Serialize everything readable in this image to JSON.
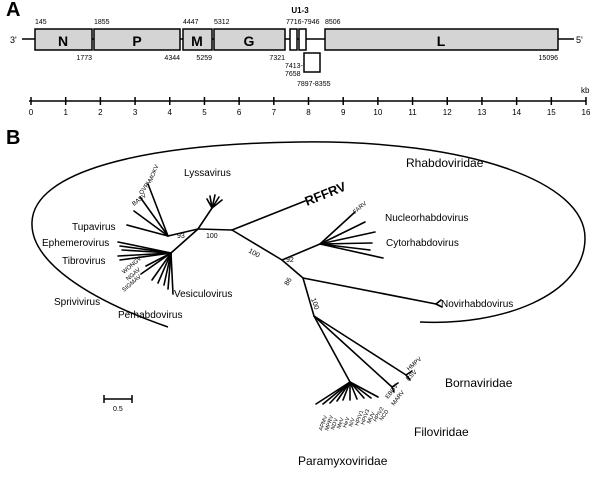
{
  "panel_a": {
    "letter": "A",
    "left_end": "3'",
    "right_end": "5'",
    "genes": [
      {
        "name": "N",
        "start": "145",
        "end": "1773"
      },
      {
        "name": "P",
        "start": "1855",
        "end": "4344"
      },
      {
        "name": "M",
        "start": "4447",
        "end": "5259"
      },
      {
        "name": "G",
        "start": "5312",
        "end": "7321"
      },
      {
        "name": "L",
        "start": "8506",
        "end": "15096"
      }
    ],
    "u13": {
      "label": "U1-3",
      "range_main": "7716-7946",
      "range_low": "7413-\n7658",
      "range_bottom": "7897-8355"
    },
    "scale": {
      "unit": "kb",
      "ticks": [
        "0",
        "1",
        "2",
        "3",
        "4",
        "5",
        "6",
        "7",
        "8",
        "9",
        "10",
        "11",
        "12",
        "13",
        "14",
        "15",
        "16"
      ]
    }
  },
  "panel_b": {
    "letter": "B",
    "scale_value": "0.5",
    "families": {
      "rhabdoviridae": "Rhabdoviridae",
      "bornaviridae": "Bornaviridae",
      "filoviridae": "Filoviridae",
      "paramyxoviridae": "Paramyxoviridae"
    },
    "genera": {
      "lyssavirus": "Lyssavirus",
      "rffrv": "RFFRV",
      "nucleorhabdovirus": "Nucleorhabdovirus",
      "cytorhabdovirus": "Cytorhabdovirus",
      "novirhabdovirus": "Novirhabdovirus",
      "tupavirus": "Tupavirus",
      "ephemerovirus": "Ephemerovirus",
      "tibrovirus": "Tibrovirus",
      "sprivivirus": "Sprivivirus",
      "vesiculovirus": "Vesiculovirus",
      "perhabdovirus": "Perhabdovirus"
    },
    "taxa": {
      "mokv": "MOKV",
      "ovrv": "OVRV",
      "basv": "BASV",
      "farv": "FARV",
      "wongv": "WONGV",
      "ngav": "NGAV",
      "sigmav": "SIGMAV",
      "hmpv": "HMPV",
      "rsv": "RSV",
      "ebov": "EBOV",
      "marv": "MARV",
      "muv": "MUV",
      "hpiv2": "HPIV2",
      "ncd": "NCD",
      "hpiv3": "HPIV3",
      "hpiv1": "HPIV1",
      "niv": "NiV",
      "hev": "HeV",
      "mev": "MeV",
      "ndv": "NDV",
      "mprv": "MPRV",
      "apmv": "APMV"
    },
    "bootstrap": {
      "b93": "93",
      "b100a": "100",
      "b100b": "100",
      "b92": "92",
      "b86": "86",
      "b100c": "100"
    }
  }
}
